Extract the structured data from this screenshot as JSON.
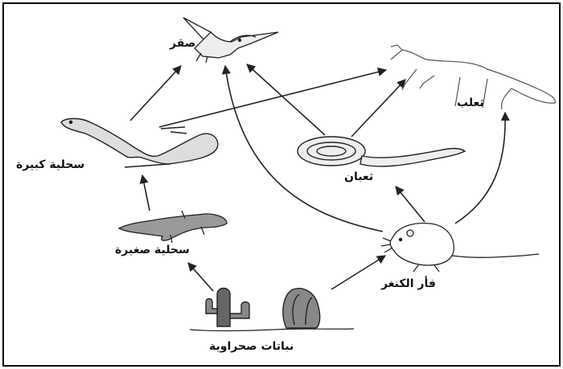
{
  "organisms": {
    "hawk": "صقر",
    "fox": "ثعلب",
    "large_lizard": "سحلية كبيرة",
    "snake": "ثعبان",
    "small_lizard": "سحلية صغيرة",
    "kangaroo_rat": "فأر الكنغر",
    "desert_plants": "نباتات صحراوية"
  },
  "food_web_links": [
    [
      "desert_plants",
      "small_lizard"
    ],
    [
      "desert_plants",
      "kangaroo_rat"
    ],
    [
      "small_lizard",
      "large_lizard"
    ],
    [
      "large_lizard",
      "hawk"
    ],
    [
      "large_lizard",
      "fox"
    ],
    [
      "snake",
      "hawk"
    ],
    [
      "snake",
      "fox"
    ],
    [
      "kangaroo_rat",
      "hawk"
    ],
    [
      "kangaroo_rat",
      "snake"
    ],
    [
      "kangaroo_rat",
      "fox"
    ]
  ]
}
